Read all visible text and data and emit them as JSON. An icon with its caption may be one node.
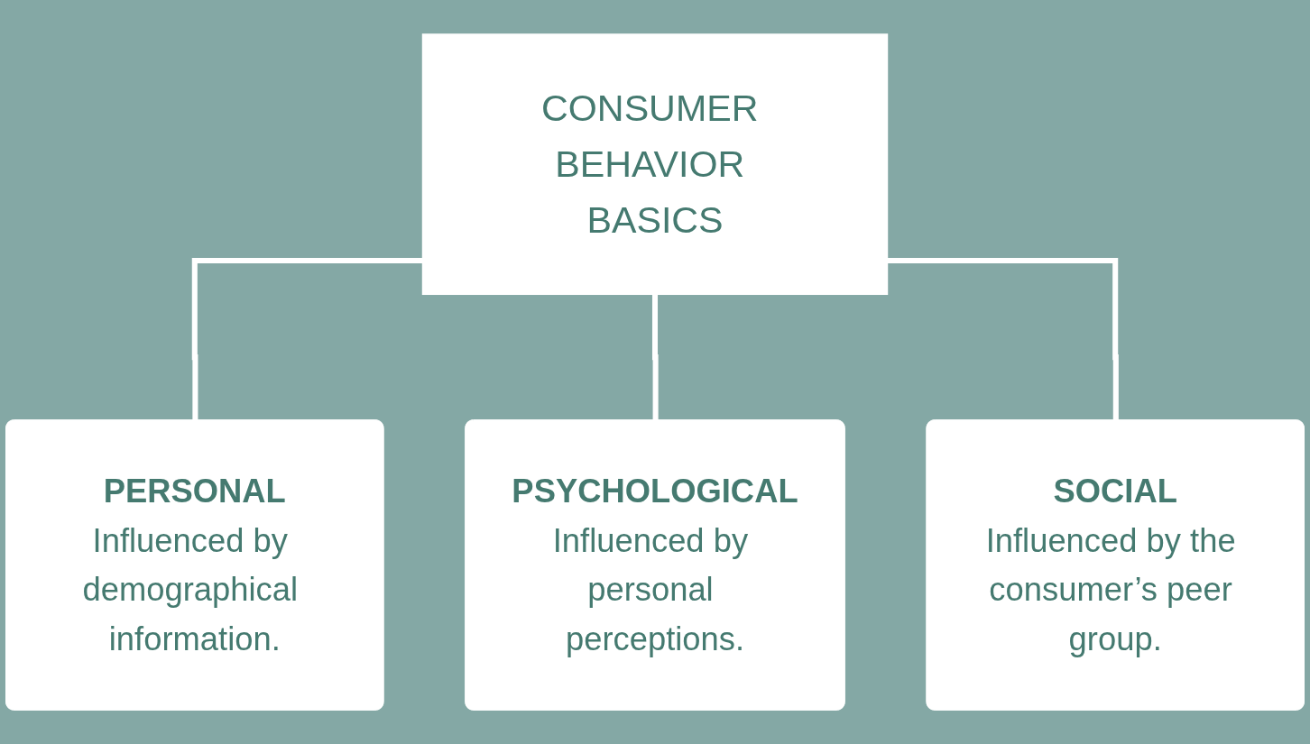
{
  "diagram": {
    "nodes": [
      {
        "text": [
          "CONSUMER BEHAVIOR BASICS"
        ]
      },
      {
        "text": [
          "PERSONAL",
          "Influenced by demographical information."
        ]
      },
      {
        "text": [
          "PSYCHOLOGICAL",
          "Influenced by personal perceptions."
        ]
      },
      {
        "text": [
          "SOCIAL",
          "Influenced by the consumer’s peer group."
        ]
      }
    ],
    "edges": [
      {
        "from": 0,
        "to": 1,
        "arrow": "none"
      },
      {
        "from": 0,
        "to": 2,
        "arrow": "none"
      },
      {
        "from": 0,
        "to": 3,
        "arrow": "none"
      }
    ]
  }
}
